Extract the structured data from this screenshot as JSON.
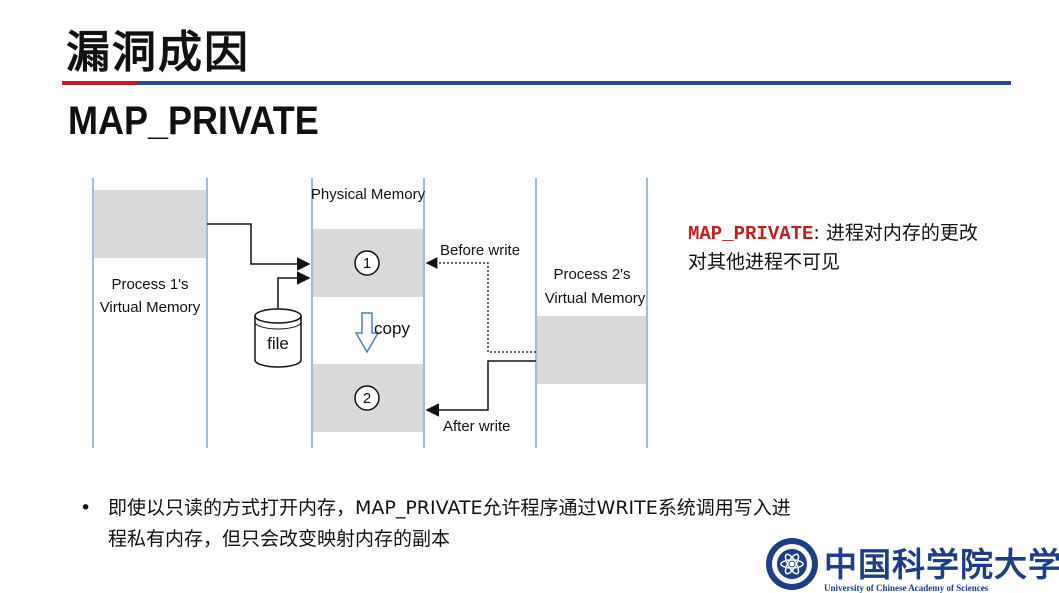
{
  "header": {
    "title": "漏洞成因",
    "subtitle": "MAP_PRIVATE"
  },
  "diagram": {
    "physical_memory_label": "Physical Memory",
    "process1_label_line1": "Process 1's",
    "process1_label_line2": "Virtual Memory",
    "process2_label_line1": "Process 2's",
    "process2_label_line2": "Virtual Memory",
    "page1_number": "1",
    "page2_number": "2",
    "file_label": "file",
    "copy_label": "copy",
    "before_write_label": "Before write",
    "after_write_label": "After write"
  },
  "note": {
    "keyword": "MAP_PRIVATE",
    "text": ": 进程对内存的更改对其他进程不可见"
  },
  "bullet": {
    "marker": "•",
    "text": "即使以只读的方式打开内存，MAP_PRIVATE允许程序通过WRITE系统调用写入进程私有内存，但只会改变映射内存的副本"
  },
  "logo": {
    "name_cn": "中国科学院大学",
    "name_en": "University of Chinese Academy of Sciences"
  },
  "colors": {
    "accent_red": "#c0201f",
    "accent_blue": "#2b4a86",
    "gray_block": "#d9d9d9",
    "lane_blue": "#7ea6d8"
  }
}
